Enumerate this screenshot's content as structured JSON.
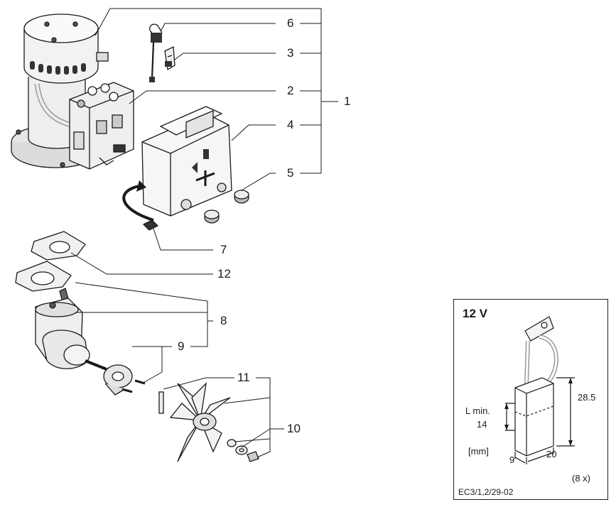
{
  "callouts": {
    "c1": "1",
    "c2": "2",
    "c3": "3",
    "c4": "4",
    "c5": "5",
    "c6": "6",
    "c7": "7",
    "c8": "8",
    "c9": "9",
    "c10": "10",
    "c11": "11",
    "c12": "12"
  },
  "inset": {
    "title": "12 V",
    "lmin_label": "L min.",
    "lmin_value": "14",
    "height_value": "28.5",
    "unit_label": "[mm]",
    "width_value": "20",
    "depth_value": "9",
    "quantity": "(8 x)",
    "drawing_code": "EC3/1,2/29-02"
  },
  "colors": {
    "line": "#1a1a1a",
    "metal": "#d9d9d9",
    "dark": "#555555",
    "fill": "#f0f0f0"
  }
}
